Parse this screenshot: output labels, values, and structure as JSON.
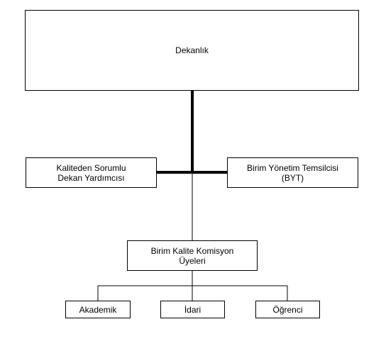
{
  "diagram": {
    "nodes": {
      "dekanlik": {
        "lines": [
          "Dekanlık"
        ]
      },
      "kalite": {
        "lines": [
          "Kaliteden Sorumlu",
          "Dekan Yardımcısı"
        ]
      },
      "byt": {
        "lines": [
          "Birim Yönetim Temsilcisi",
          "(BYT)"
        ]
      },
      "komisyon": {
        "lines": [
          "Birim Kalite Komisyon",
          "Üyeleri"
        ]
      },
      "akademik": {
        "lines": [
          "Akademik"
        ]
      },
      "idari": {
        "lines": [
          "İdari"
        ]
      },
      "ogrenci": {
        "lines": [
          "Öğrenci"
        ]
      }
    },
    "edges": [
      {
        "from": "dekanlik",
        "to": "kalite"
      },
      {
        "from": "dekanlik",
        "to": "byt"
      },
      {
        "from": "dekanlik",
        "to": "komisyon"
      },
      {
        "from": "komisyon",
        "to": "akademik"
      },
      {
        "from": "komisyon",
        "to": "idari"
      },
      {
        "from": "komisyon",
        "to": "ogrenci"
      }
    ],
    "colors": {
      "line": "#000000",
      "box_border": "#000000",
      "background": "#ffffff"
    }
  }
}
